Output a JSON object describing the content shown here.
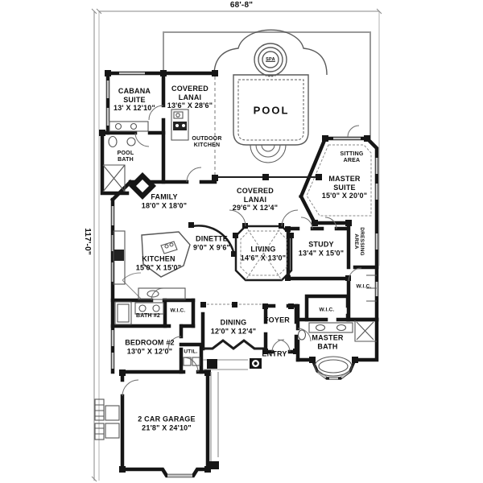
{
  "plan": {
    "width_dim": "68'-8\"",
    "height_dim": "117'-0\""
  },
  "colors": {
    "wall": "#161616",
    "background": "#ffffff",
    "light_line": "#999999",
    "window": "#c6c6c6"
  },
  "rooms": {
    "cabana_suite": {
      "name": "CABANA SUITE",
      "size": "13' X 12'10\""
    },
    "covered_lanai_top": {
      "name": "COVERED LANAI",
      "size": "13'6\" X 28'6\""
    },
    "pool": {
      "name": "POOL"
    },
    "spa": {
      "name": "SPA"
    },
    "outdoor_kitchen": {
      "name": "OUTDOOR KITCHEN"
    },
    "pool_bath": {
      "name": "POOL BATH"
    },
    "family": {
      "name": "FAMILY",
      "size": "18'0\" X 18'0\""
    },
    "covered_lanai_rear": {
      "name": "COVERED LANAI",
      "size": "29'6\" X 12'4\""
    },
    "sitting_area": {
      "name": "SITTING AREA"
    },
    "master_suite": {
      "name": "MASTER SUITE",
      "size": "15'0\" X 20'0\""
    },
    "dinette": {
      "name": "DINETTE",
      "size": "9'0\" X 9'6\""
    },
    "living": {
      "name": "LIVING",
      "size": "14'6\" X 13'0\""
    },
    "study": {
      "name": "STUDY",
      "size": "13'4\" X 15'0\""
    },
    "kitchen": {
      "name": "KITCHEN",
      "size": "15'0\" X 15'0\""
    },
    "dressing_area": {
      "name": "DRESSING AREA"
    },
    "wic_master_right": {
      "name": "W.I.C."
    },
    "wic_master_left": {
      "name": "W.I.C."
    },
    "wic_bedroom2": {
      "name": "W.I.C."
    },
    "bath2": {
      "name": "BATH #2"
    },
    "bedroom2": {
      "name": "BEDROOM #2",
      "size": "13'0\" X 12'0\""
    },
    "util": {
      "name": "UTIL."
    },
    "dining": {
      "name": "DINING",
      "size": "12'0\" X 12'4\""
    },
    "foyer": {
      "name": "FOYER"
    },
    "entry": {
      "name": "ENTRY"
    },
    "master_bath": {
      "name": "MASTER BATH"
    },
    "garage": {
      "name": "2 CAR GARAGE",
      "size": "21'8\" X 24'10\""
    }
  }
}
